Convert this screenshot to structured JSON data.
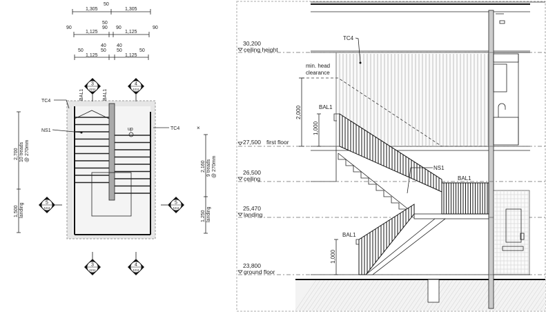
{
  "plan": {
    "dims_row1": {
      "left": "1,305",
      "gap": "50",
      "right": "1,305"
    },
    "dims_row2": {
      "left_end": "90",
      "left": "1,125",
      "mid_top": "50",
      "mid_left": "90",
      "mid_right": "90",
      "right": "1,125",
      "right_end": "90"
    },
    "dims_row3": {
      "left_end": "50",
      "left": "1,125",
      "mid_left_top": "40",
      "mid_left": "50",
      "mid_right_top": "40",
      "mid_right": "50",
      "right": "1,125",
      "right_end": "50"
    },
    "section_markers": [
      {
        "number": "3",
        "sheet": "4211"
      },
      {
        "number": "4",
        "sheet": "4211"
      },
      {
        "number": "5",
        "sheet": "4211"
      },
      {
        "number": "5",
        "sheet": "4211"
      },
      {
        "number": "3",
        "sheet": "4211"
      },
      {
        "number": "4",
        "sheet": "4211"
      }
    ],
    "labels": {
      "tc4_left": "TC4",
      "ns1": "NS1",
      "tc4_right": "TC4",
      "bal1_a": "BAL1",
      "bal1_b": "BAL1",
      "up": "up",
      "cross": "×"
    },
    "left_dims": {
      "flight": "2,700",
      "flight_treads": "10 treads",
      "flight_going": "@ 270mm",
      "landing": "1,500",
      "landing_label": "landing"
    },
    "right_dims": {
      "flight": "2,160",
      "flight_treads": "9 treads",
      "flight_going": "@ 270mm",
      "landing": "1,250",
      "landing_label": "landing"
    }
  },
  "section": {
    "levels": [
      {
        "value": "30,200",
        "label": "ceiling height"
      },
      {
        "value": "27,500",
        "label": "first floor"
      },
      {
        "value": "26,500",
        "label": "ceiling"
      },
      {
        "value": "25,470",
        "label": "landing"
      },
      {
        "value": "23,800",
        "label": "ground floor"
      }
    ],
    "labels": {
      "tc4": "TC4",
      "head_clearance_1": "min. head",
      "head_clearance_2": "clearance",
      "bal1_upper": "BAL1",
      "ns1": "NS1",
      "bal1_landing": "BAL1",
      "bal1_lower": "BAL1"
    },
    "dims": {
      "head_clearance": "2,000",
      "upper_handrail": "1,000",
      "lower_handrail": "1,000"
    }
  }
}
